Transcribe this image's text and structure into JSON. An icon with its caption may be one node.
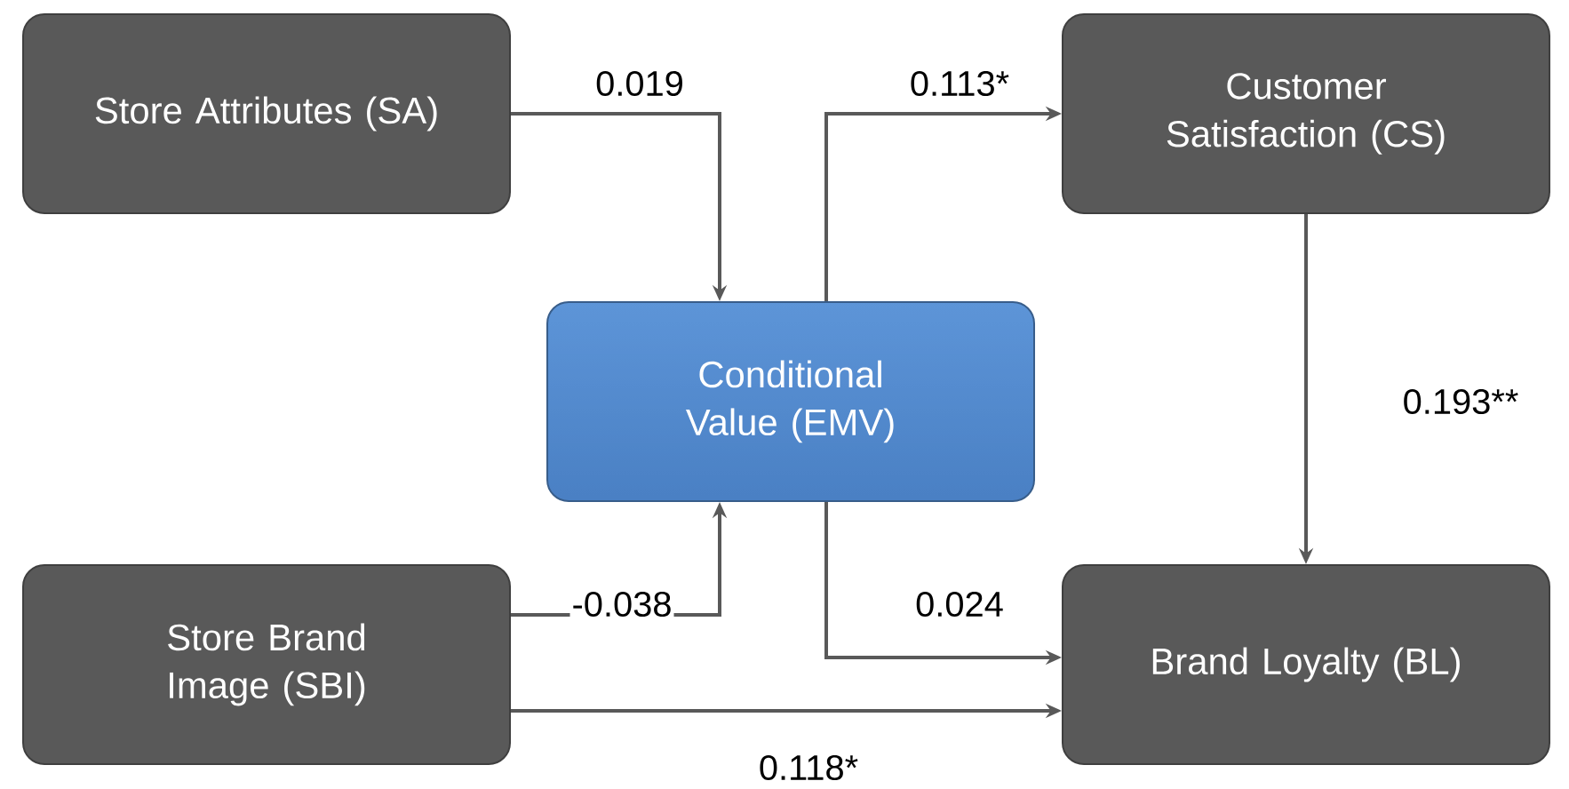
{
  "diagram": {
    "nodes": [
      {
        "text": [
          "Store Attributes (SA)"
        ]
      },
      {
        "text": [
          "Customer Satisfaction (CS)"
        ]
      },
      {
        "text": [
          "Conditional Value (EMV)"
        ]
      },
      {
        "text": [
          "Store Brand Image (SBI)"
        ]
      },
      {
        "text": [
          "Brand Loyalty (BL)"
        ]
      }
    ],
    "edges": [
      {
        "from": 0,
        "to": 2,
        "arrow": "to",
        "label": "0.019"
      },
      {
        "from": 2,
        "to": 1,
        "arrow": "to",
        "label": "0.113*"
      },
      {
        "from": 1,
        "to": 4,
        "arrow": "to",
        "label": "0.193**"
      },
      {
        "from": 3,
        "to": 2,
        "arrow": "to",
        "label": "-0.038"
      },
      {
        "from": 2,
        "to": 4,
        "arrow": "to",
        "label": "0.024"
      },
      {
        "from": 3,
        "to": 4,
        "arrow": "to",
        "label": "0.118*"
      }
    ]
  }
}
